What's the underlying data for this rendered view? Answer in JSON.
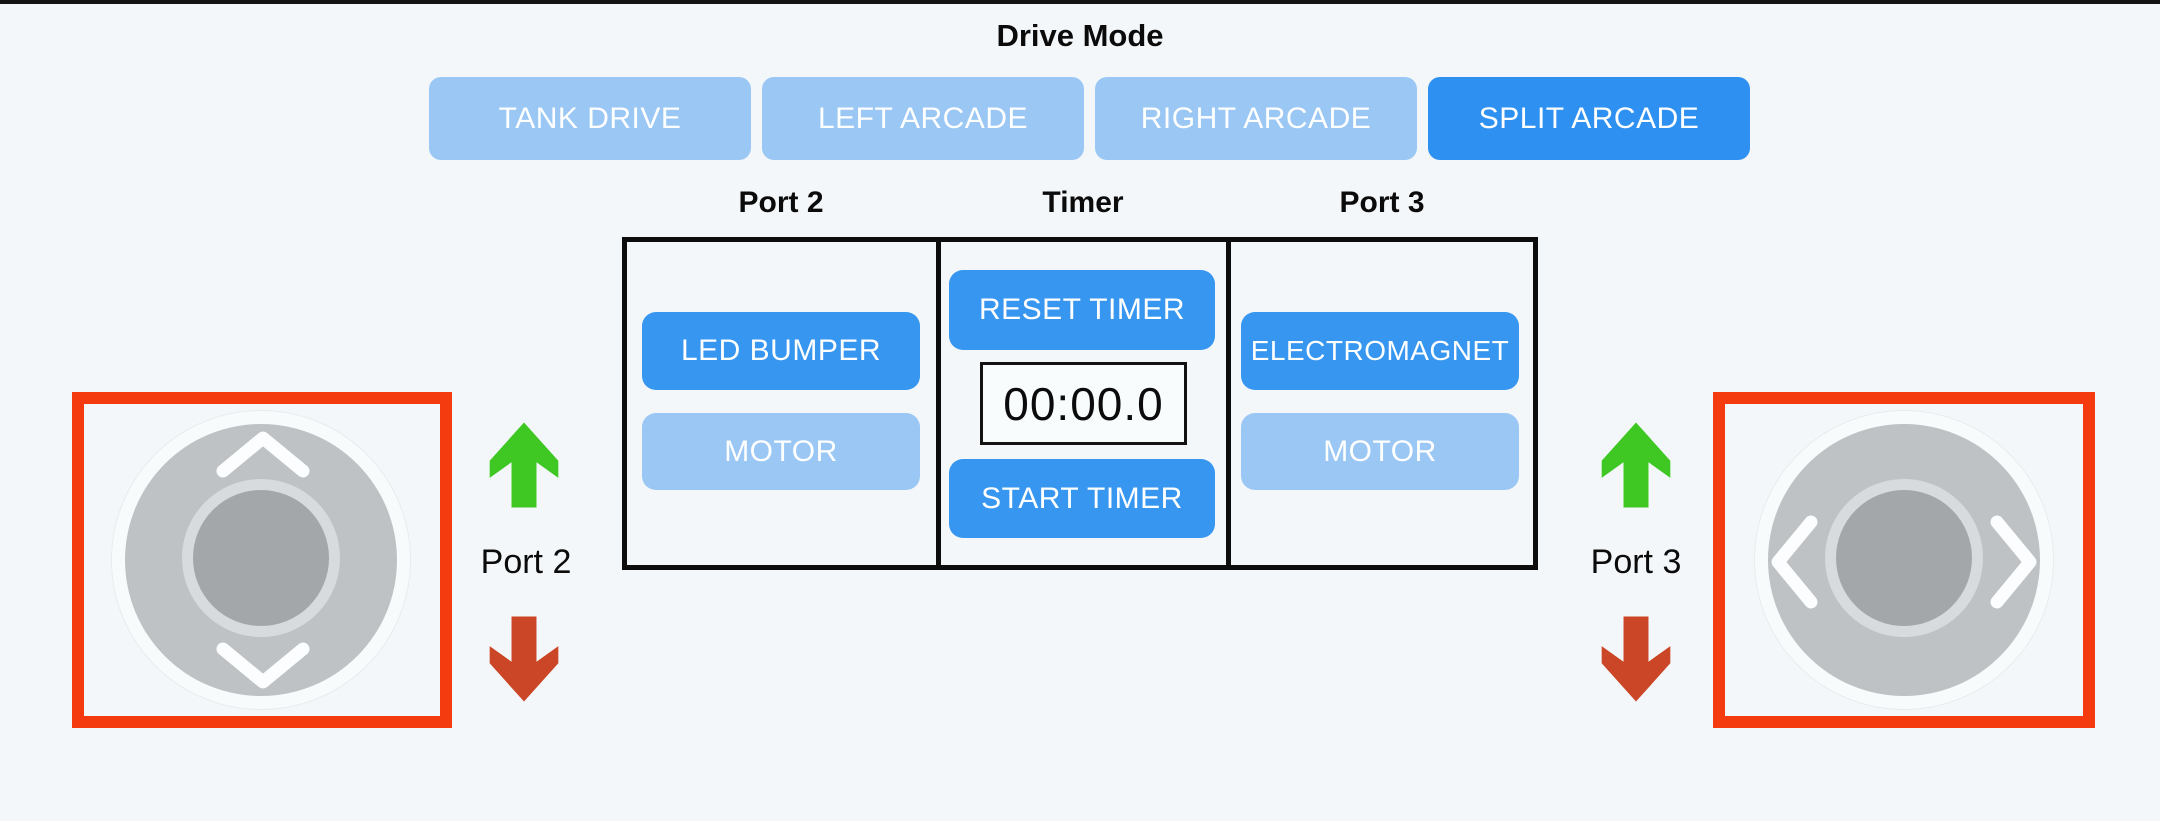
{
  "app": {
    "background_color": "#F3F7F9",
    "top_bar_color": "#141414"
  },
  "drive_mode": {
    "title": "Drive Mode",
    "buttons": [
      {
        "label": "TANK DRIVE",
        "active": false
      },
      {
        "label": "LEFT ARCADE",
        "active": false
      },
      {
        "label": "RIGHT ARCADE",
        "active": false
      },
      {
        "label": "SPLIT ARCADE",
        "active": true
      }
    ],
    "colors": {
      "inactive": "#9AC7F4",
      "active": "#2E90F0",
      "text": "#FFFFFF"
    }
  },
  "control_panel": {
    "columns": [
      {
        "header": "Port 2"
      },
      {
        "header": "Timer"
      },
      {
        "header": "Port 3"
      }
    ],
    "port2": {
      "led_bumper_label": "LED BUMPER",
      "motor_label": "MOTOR"
    },
    "timer": {
      "reset_label": "RESET TIMER",
      "start_label": "START TIMER",
      "display_value": "00:00.0"
    },
    "port3": {
      "electromagnet_label": "ELECTROMAGNET",
      "motor_label": "MOTOR"
    },
    "colors": {
      "button_on": "#3796EF",
      "button_off": "#9AC7F4",
      "frame": "#0D0D0D"
    }
  },
  "joysticks": {
    "left": {
      "label": "Port 2",
      "axis": "vertical"
    },
    "right": {
      "label": "Port 3",
      "axis": "horizontal"
    },
    "colors": {
      "highlight_frame": "#F43B10",
      "base": "#BEC2C5",
      "knob": "#A3A7AA",
      "knob_ring": "#D8DBDD",
      "chevron": "#FBFDFE",
      "up_indicator": "#3FC723",
      "down_indicator": "#CB4627",
      "label_text": "#0B0B0B"
    }
  }
}
